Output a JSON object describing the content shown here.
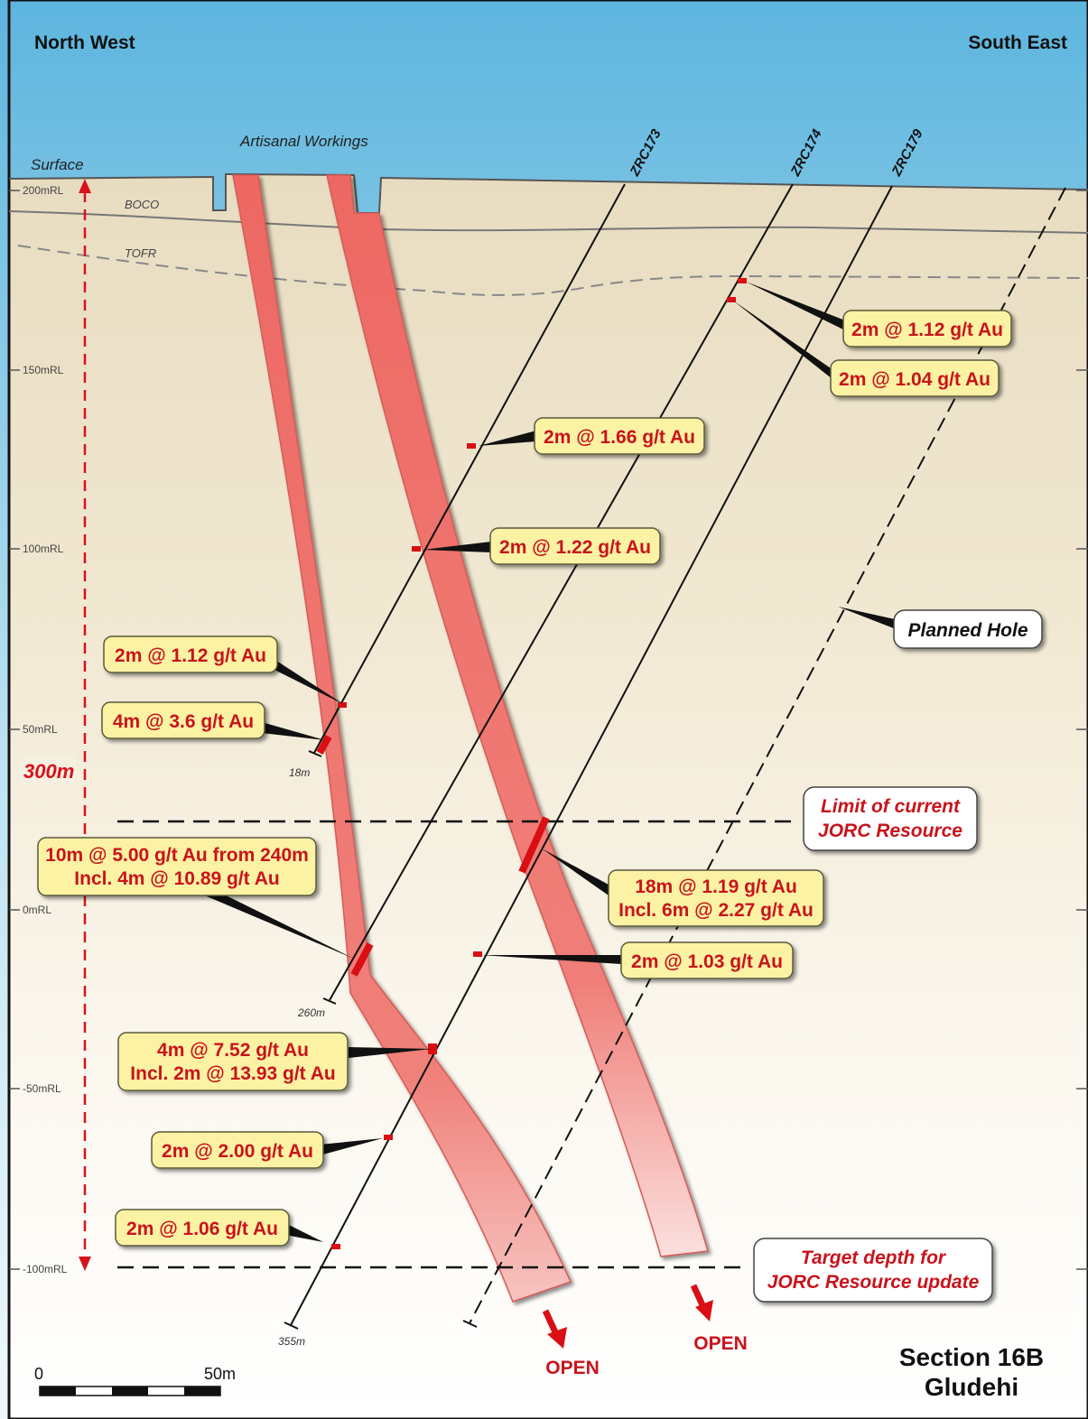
{
  "header": {
    "left": "North West",
    "right": "South East"
  },
  "surface": {
    "surface_label": "Surface",
    "artisanal_label": "Artisanal Workings",
    "boco": "BOCO",
    "tofr": "TOFR"
  },
  "rl_axis": {
    "ticks": [
      "200mRL",
      "150mRL",
      "100mRL",
      "50mRL",
      "0mRL",
      "-50mRL",
      "-100mRL"
    ],
    "span_label": "300m"
  },
  "holes": {
    "names": [
      "ZRC173",
      "ZRC174",
      "ZRC179"
    ],
    "depths": [
      "18m",
      "260m",
      "355m"
    ],
    "planned_label": "Planned Hole"
  },
  "intercepts": [
    {
      "line1": "2m @ 1.12 g/t Au"
    },
    {
      "line1": "2m @ 1.04 g/t Au"
    },
    {
      "line1": "2m @ 1.66 g/t Au"
    },
    {
      "line1": "2m @ 1.22 g/t Au"
    },
    {
      "line1": "2m @ 1.12 g/t Au"
    },
    {
      "line1": "4m @ 3.6 g/t Au"
    },
    {
      "line1": "10m @ 5.00 g/t Au from 240m",
      "line2": "Incl. 4m @ 10.89 g/t Au"
    },
    {
      "line1": "18m @ 1.19 g/t Au",
      "line2": "Incl. 6m @ 2.27 g/t Au"
    },
    {
      "line1": "2m @ 1.03 g/t Au"
    },
    {
      "line1": "4m @ 7.52 g/t Au",
      "line2": "Incl. 2m @ 13.93 g/t Au"
    },
    {
      "line1": "2m @ 2.00 g/t Au"
    },
    {
      "line1": "2m @ 1.06 g/t Au"
    }
  ],
  "limits": {
    "current_line1": "Limit of current",
    "current_line2": "JORC Resource",
    "target_line1": "Target depth for",
    "target_line2": "JORC Resource update"
  },
  "open_label": "OPEN",
  "scale": {
    "zero": "0",
    "fifty": "50m"
  },
  "title": {
    "line1": "Section 16B",
    "line2": "Gludehi"
  },
  "colors": {
    "sky_top": "#5fb7e0",
    "ground": "#ece2c9",
    "lode": "#ef6f6a",
    "label_fill": "#fbf2a4",
    "label_text": "#c8141c",
    "intercept_red": "#d90f14"
  }
}
